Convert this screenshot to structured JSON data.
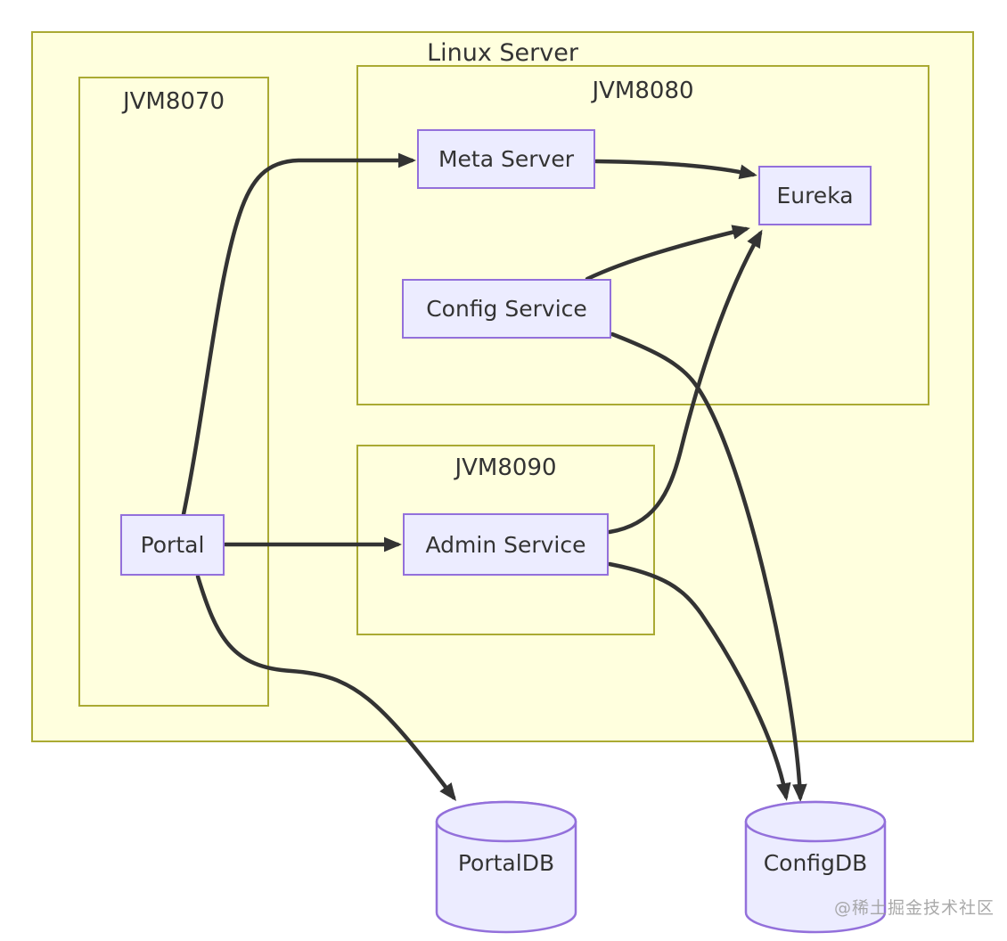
{
  "diagram": {
    "title_cluster": {
      "label": "Linux Server"
    },
    "clusters": [
      {
        "id": "linux-server",
        "label": "Linux Server"
      },
      {
        "id": "jvm8070",
        "label": "JVM8070"
      },
      {
        "id": "jvm8080",
        "label": "JVM8080"
      },
      {
        "id": "jvm8090",
        "label": "JVM8090"
      }
    ],
    "nodes": [
      {
        "id": "portal",
        "label": "Portal",
        "cluster": "JVM8070"
      },
      {
        "id": "meta-server",
        "label": "Meta Server",
        "cluster": "JVM8080"
      },
      {
        "id": "eureka",
        "label": "Eureka",
        "cluster": "JVM8080"
      },
      {
        "id": "config-service",
        "label": "Config Service",
        "cluster": "JVM8080"
      },
      {
        "id": "admin-service",
        "label": "Admin Service",
        "cluster": "JVM8090"
      }
    ],
    "databases": [
      {
        "id": "portaldb",
        "label": "PortalDB"
      },
      {
        "id": "configdb",
        "label": "ConfigDB"
      }
    ],
    "edges": [
      {
        "from": "Portal",
        "to": "Meta Server"
      },
      {
        "from": "Portal",
        "to": "Admin Service"
      },
      {
        "from": "Portal",
        "to": "PortalDB"
      },
      {
        "from": "Meta Server",
        "to": "Eureka"
      },
      {
        "from": "Config Service",
        "to": "Eureka"
      },
      {
        "from": "Config Service",
        "to": "ConfigDB"
      },
      {
        "from": "Admin Service",
        "to": "Eureka"
      },
      {
        "from": "Admin Service",
        "to": "ConfigDB"
      }
    ],
    "colors": {
      "cluster_fill": "#ffffde",
      "cluster_border": "#aaaa33",
      "node_fill": "#ececff",
      "node_border": "#9370db",
      "edge": "#333333",
      "text": "#333333",
      "watermark": "#9b9b9b"
    },
    "watermark": "@稀土掘金技术社区"
  }
}
